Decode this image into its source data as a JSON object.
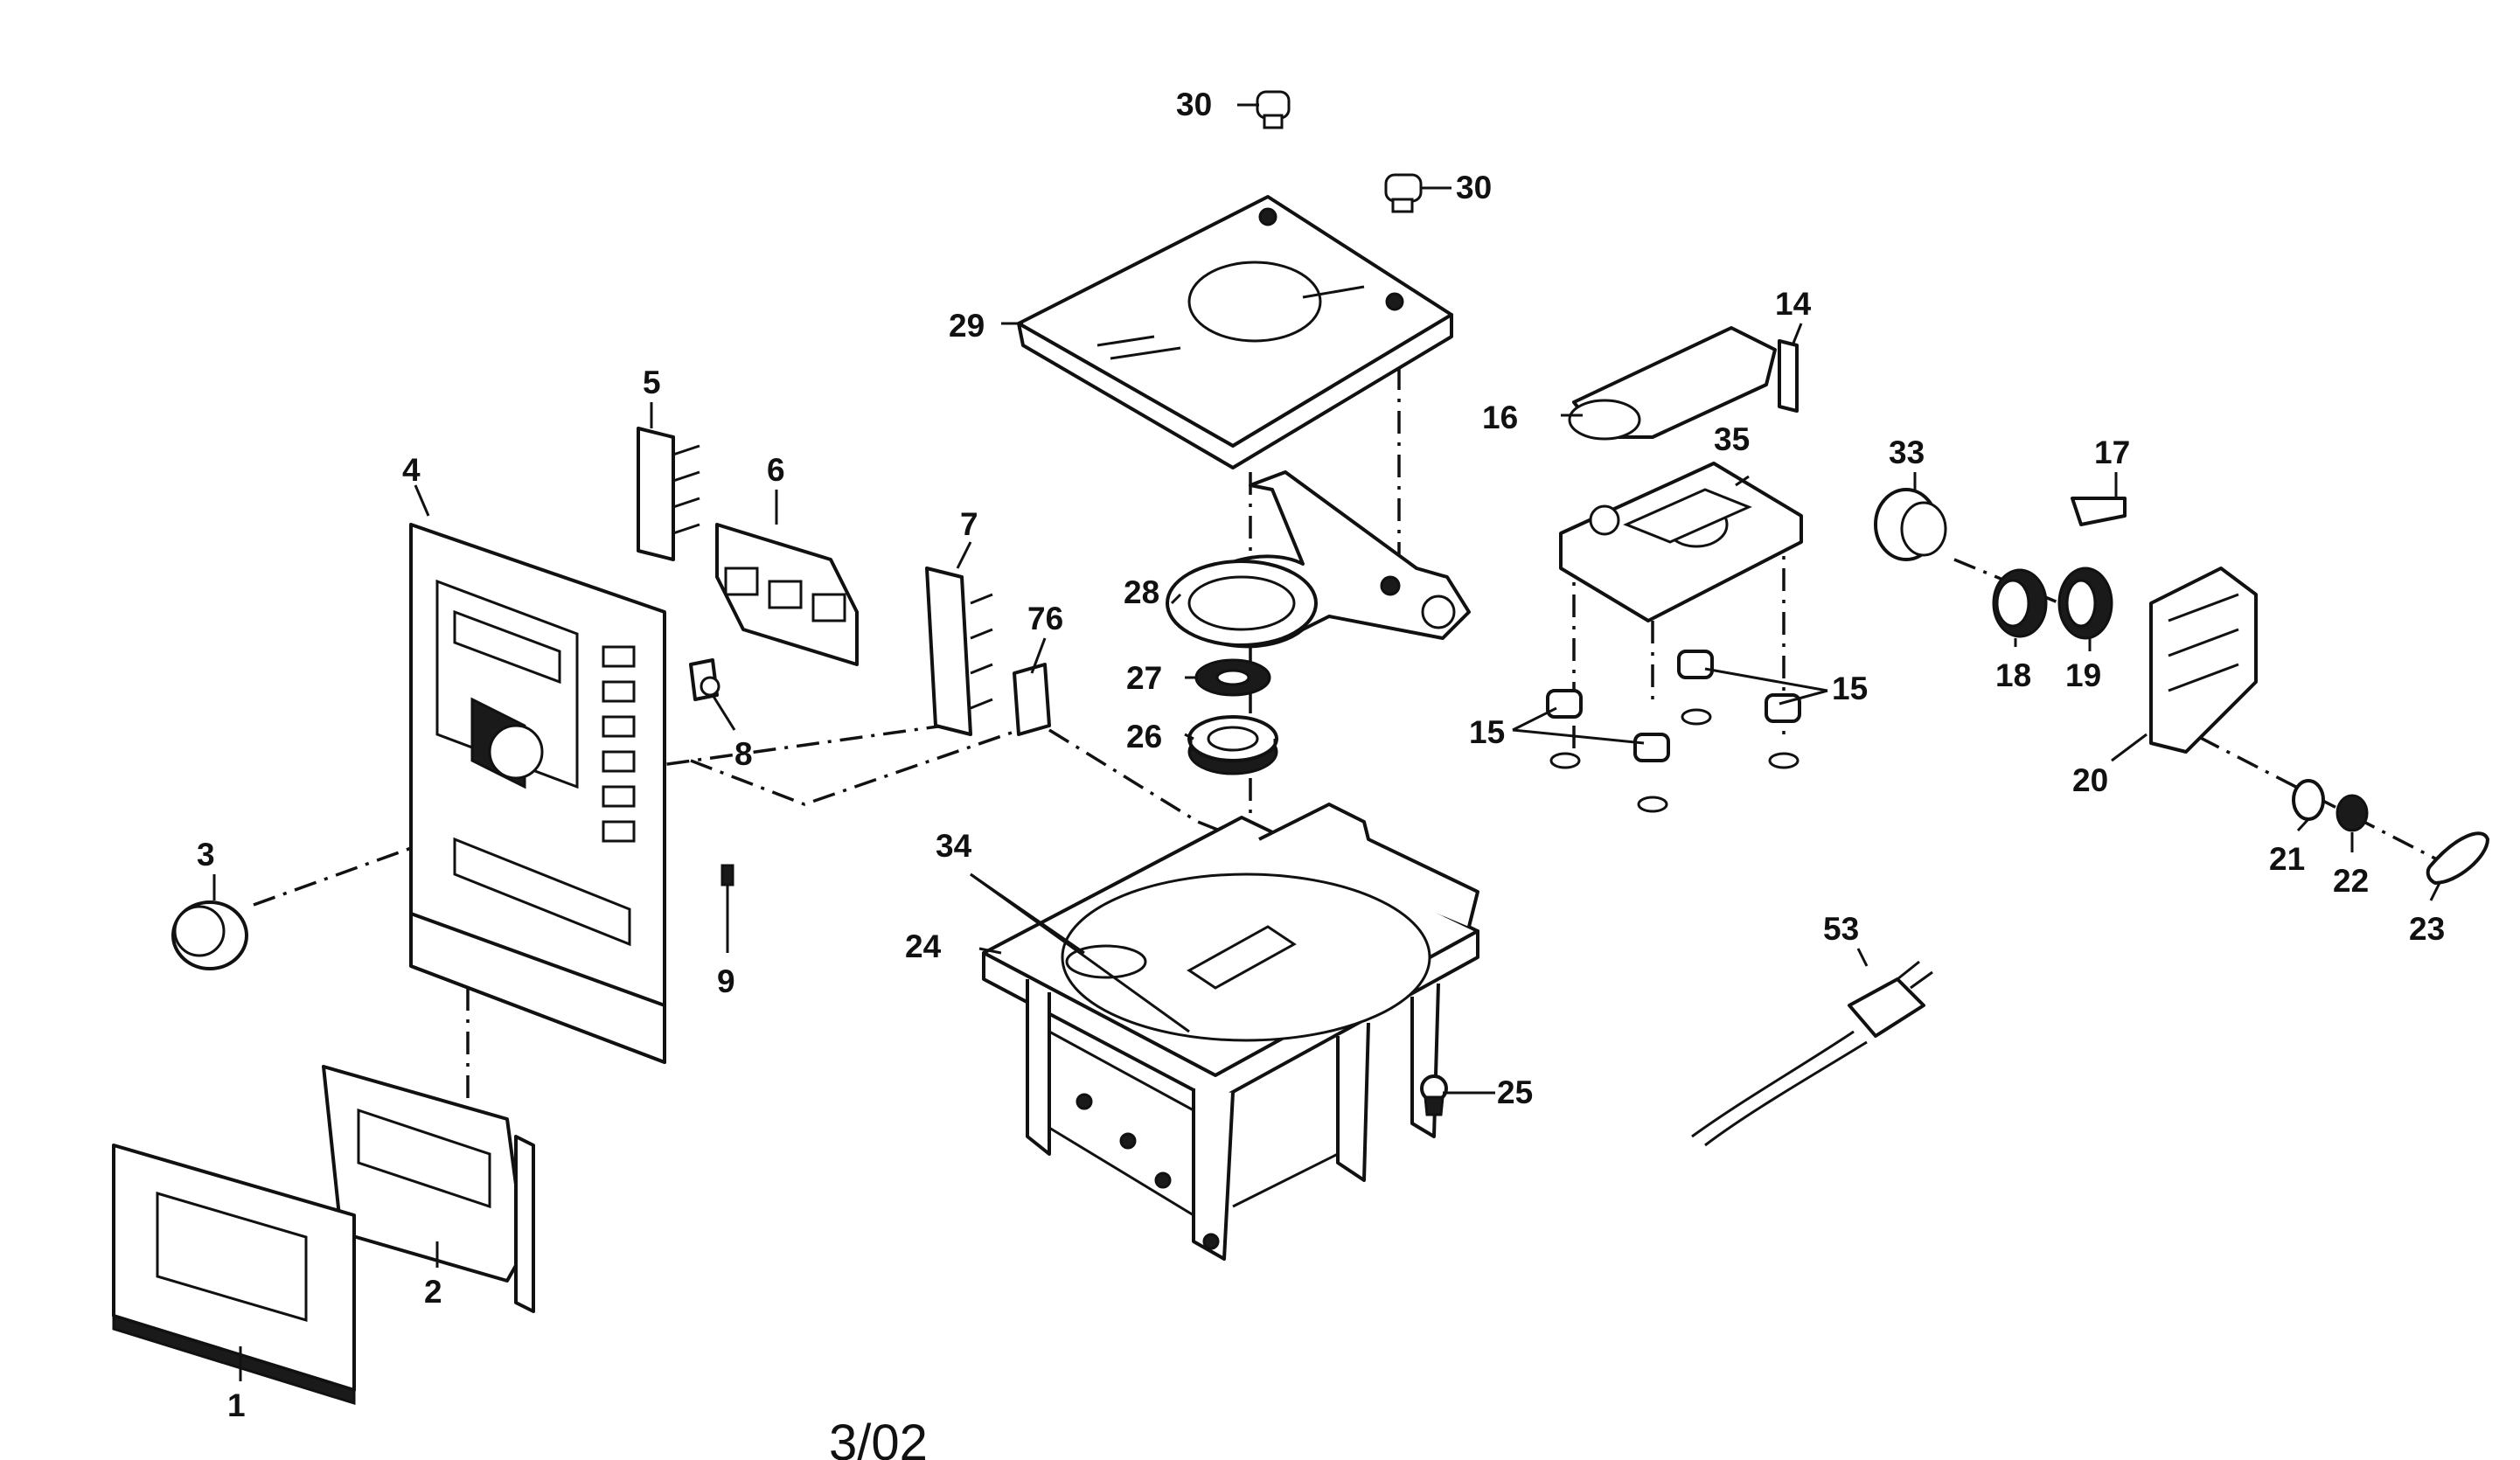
{
  "diagram": {
    "date_code": "3/02",
    "callouts": {
      "c1": "1",
      "c2": "2",
      "c3": "3",
      "c4": "4",
      "c5": "5",
      "c6": "6",
      "c7": "7",
      "c8": "8",
      "c9": "9",
      "c14": "14",
      "c15a": "15",
      "c15b": "15",
      "c16": "16",
      "c17": "17",
      "c18": "18",
      "c19": "19",
      "c20": "20",
      "c21": "21",
      "c22": "22",
      "c23": "23",
      "c24": "24",
      "c25": "25",
      "c26": "26",
      "c27": "27",
      "c28": "28",
      "c29": "29",
      "c30a": "30",
      "c30b": "30",
      "c33": "33",
      "c34": "34",
      "c35": "35",
      "c53": "53",
      "c76": "76"
    },
    "line_color": "#111111",
    "background_color": "#ffffff"
  }
}
